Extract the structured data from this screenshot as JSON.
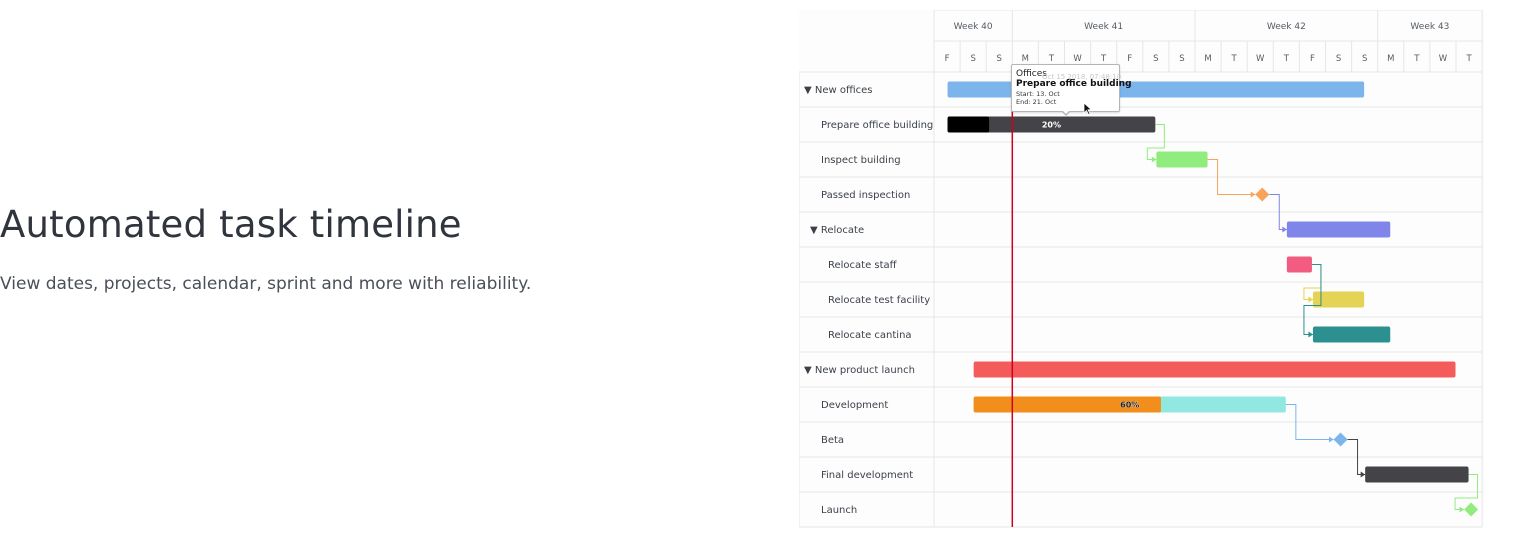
{
  "hero": {
    "title": "Automated task timeline",
    "subtitle": "View dates, projects, calendar, sprint and more with reliability."
  },
  "gantt": {
    "weeks": [
      {
        "label": "Week 40",
        "days": [
          "F",
          "S",
          "S"
        ]
      },
      {
        "label": "Week 41",
        "days": [
          "M",
          "T",
          "W",
          "T",
          "F",
          "S",
          "S"
        ]
      },
      {
        "label": "Week 42",
        "days": [
          "M",
          "T",
          "W",
          "T",
          "F",
          "S",
          "S"
        ]
      },
      {
        "label": "Week 43",
        "days": [
          "M",
          "T",
          "W",
          "T"
        ]
      }
    ],
    "rows": [
      {
        "label": "New offices",
        "level": 0,
        "collapsible": true
      },
      {
        "label": "Prepare office building",
        "level": 1
      },
      {
        "label": "Inspect building",
        "level": 1
      },
      {
        "label": "Passed inspection",
        "level": 1
      },
      {
        "label": "Relocate",
        "level": 1,
        "collapsible": true
      },
      {
        "label": "Relocate staff",
        "level": 2
      },
      {
        "label": "Relocate test facility",
        "level": 2
      },
      {
        "label": "Relocate cantina",
        "level": 2
      },
      {
        "label": "New product launch",
        "level": 0,
        "collapsible": true
      },
      {
        "label": "Development",
        "level": 1
      },
      {
        "label": "Beta",
        "level": 1
      },
      {
        "label": "Final development",
        "level": 1
      },
      {
        "label": "Launch",
        "level": 1
      }
    ],
    "tasks": [
      {
        "row": 0,
        "start": 0.5,
        "end": 16.5,
        "color": "#7cb5ec"
      },
      {
        "row": 1,
        "start": 0.5,
        "end": 8.5,
        "color": "#434348",
        "done_color": "#000000",
        "completed": 0.2,
        "label": "20%"
      },
      {
        "row": 2,
        "start": 8.5,
        "end": 10.5,
        "color": "#90ed7d"
      },
      {
        "row": 3,
        "milestone": 12.5,
        "color": "#f7a35c"
      },
      {
        "row": 4,
        "start": 13.5,
        "end": 17.5,
        "color": "#8085e9"
      },
      {
        "row": 5,
        "start": 13.5,
        "end": 14.5,
        "color": "#f15c80"
      },
      {
        "row": 6,
        "start": 14.5,
        "end": 16.5,
        "color": "#e4d354"
      },
      {
        "row": 7,
        "start": 14.5,
        "end": 17.5,
        "color": "#2b908f"
      },
      {
        "row": 8,
        "start": 1.5,
        "end": 20,
        "color": "#f45b5b"
      },
      {
        "row": 9,
        "start": 1.5,
        "end": 13.5,
        "color": "#91e8e1",
        "done_color": "#f28f1c",
        "completed": 0.6,
        "label": "60%"
      },
      {
        "row": 10,
        "milestone": 15.5,
        "color": "#7cb5ec"
      },
      {
        "row": 11,
        "start": 16.5,
        "end": 20.5,
        "color": "#434348"
      },
      {
        "row": 12,
        "milestone": 20.5,
        "color": "#90ed7d"
      }
    ],
    "dependencies": [
      {
        "from": 1,
        "to": 2,
        "color": "#90ed7d"
      },
      {
        "from": 2,
        "to": 3,
        "color": "#f7a35c"
      },
      {
        "from": 3,
        "to": 4,
        "color": "#8085e9"
      },
      {
        "from": 5,
        "to": 6,
        "color": "#e4d354"
      },
      {
        "from": 5,
        "to": 7,
        "color": "#2b908f"
      },
      {
        "from": 9,
        "to": 10,
        "color": "#7cb5ec"
      },
      {
        "from": 10,
        "to": 11,
        "color": "#434348"
      },
      {
        "from": 11,
        "to": 12,
        "color": "#90ed7d"
      }
    ],
    "today_day": 3,
    "today_color": "#d0021b"
  },
  "tooltip": {
    "group": "Offices",
    "ghost_text": "Oct 15 2018, 07:48:10",
    "task": "Prepare office building",
    "start": "Start: 13. Oct",
    "end": "End: 21. Oct"
  }
}
